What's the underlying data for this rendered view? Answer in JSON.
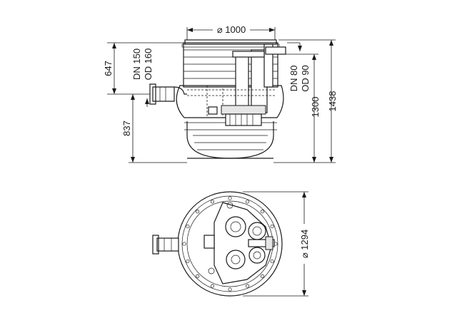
{
  "dimensions": {
    "top_diameter": "⌀ 1000",
    "height_upper": "647",
    "height_lower": "837",
    "height_inner": "1300",
    "height_total": "1438",
    "outer_diameter": "⌀ 1294"
  },
  "pipes": {
    "inlet_dn": "DN 150",
    "inlet_od": "OD 160",
    "outlet_dn": "DN 80",
    "outlet_od": "OD 90"
  },
  "colors": {
    "line": "#1a1a1a",
    "background": "#ffffff"
  }
}
